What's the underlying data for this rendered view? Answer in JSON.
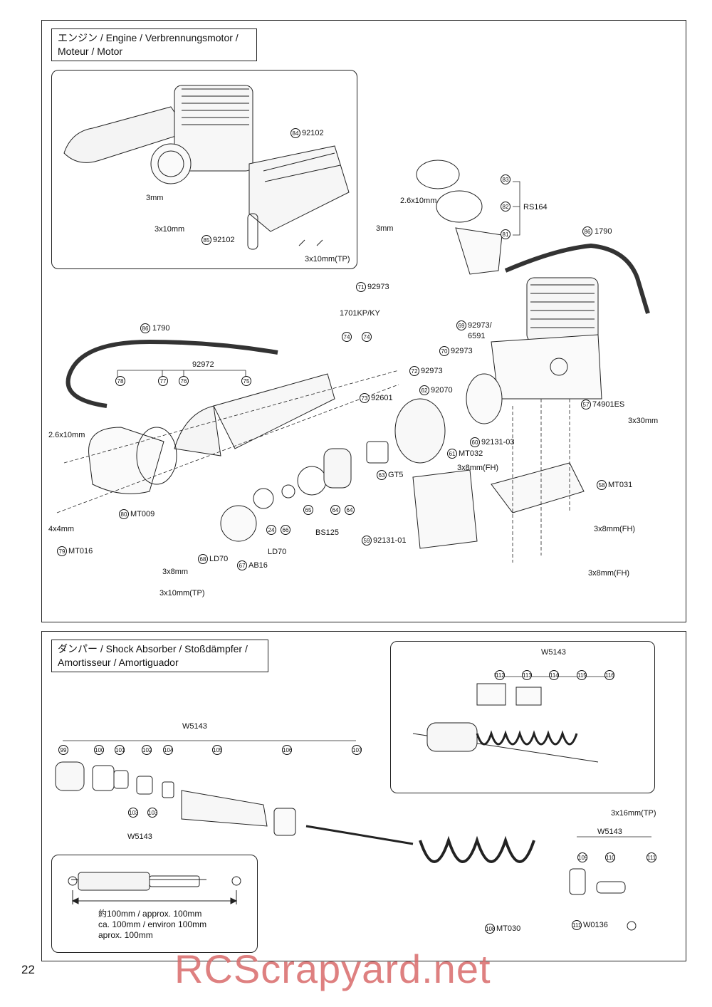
{
  "engine_section": {
    "title_line1": "エンジン /  Engine / Verbrennungsmotor /",
    "title_line2": "Moteur / Motor"
  },
  "shock_section": {
    "title_line1": "ダンパー /  Shock Absorber / Stoßdämpfer /",
    "title_line2": "Amortisseur / Amortiguador",
    "dimension_note": [
      "約100mm  / approx. 100mm",
      "ca. 100mm / environ 100mm",
      "aprox. 100mm"
    ]
  },
  "parts": [
    {
      "n": "84",
      "pn": "92102"
    },
    {
      "n": "85",
      "pn": "92102"
    },
    {
      "n": "83",
      "pn": ""
    },
    {
      "n": "82",
      "pn": ""
    },
    {
      "n": "81",
      "pn": ""
    },
    {
      "n": "86",
      "pn": "1790"
    },
    {
      "n": "86",
      "pn": "1790"
    },
    {
      "n": "71",
      "pn": "92973"
    },
    {
      "n": "69",
      "pn": "92973/"
    },
    {
      "n": "70",
      "pn": "92973"
    },
    {
      "n": "74",
      "pn": ""
    },
    {
      "n": "74",
      "pn": ""
    },
    {
      "n": "72",
      "pn": "92973"
    },
    {
      "n": "73",
      "pn": "92601"
    },
    {
      "n": "62",
      "pn": "92070"
    },
    {
      "n": "57",
      "pn": "74901ES"
    },
    {
      "n": "78",
      "pn": ""
    },
    {
      "n": "77",
      "pn": ""
    },
    {
      "n": "76",
      "pn": ""
    },
    {
      "n": "75",
      "pn": ""
    },
    {
      "n": "60",
      "pn": "92131-03"
    },
    {
      "n": "61",
      "pn": "MT032"
    },
    {
      "n": "63",
      "pn": "GT5"
    },
    {
      "n": "58",
      "pn": "MT031"
    },
    {
      "n": "80",
      "pn": "MT009"
    },
    {
      "n": "79",
      "pn": "MT016"
    },
    {
      "n": "65",
      "pn": ""
    },
    {
      "n": "64",
      "pn": ""
    },
    {
      "n": "64",
      "pn": ""
    },
    {
      "n": "24",
      "pn": ""
    },
    {
      "n": "66",
      "pn": ""
    },
    {
      "n": "68",
      "pn": "LD70"
    },
    {
      "n": "67",
      "pn": "AB16"
    },
    {
      "n": "59",
      "pn": "92131-01"
    },
    {
      "n": "112",
      "pn": ""
    },
    {
      "n": "113",
      "pn": ""
    },
    {
      "n": "114",
      "pn": ""
    },
    {
      "n": "115",
      "pn": ""
    },
    {
      "n": "116",
      "pn": ""
    },
    {
      "n": "99",
      "pn": ""
    },
    {
      "n": "100",
      "pn": ""
    },
    {
      "n": "101",
      "pn": ""
    },
    {
      "n": "102",
      "pn": ""
    },
    {
      "n": "104",
      "pn": ""
    },
    {
      "n": "105",
      "pn": ""
    },
    {
      "n": "106",
      "pn": ""
    },
    {
      "n": "107",
      "pn": ""
    },
    {
      "n": "103",
      "pn": ""
    },
    {
      "n": "103",
      "pn": ""
    },
    {
      "n": "109",
      "pn": ""
    },
    {
      "n": "110",
      "pn": ""
    },
    {
      "n": "111",
      "pn": ""
    },
    {
      "n": "108",
      "pn": "MT030"
    },
    {
      "n": "111",
      "pn": "W0136"
    }
  ],
  "labels": {
    "l_3mm_a": "3mm",
    "l_3x10_a": "3x10mm",
    "l_3x10tp_a": "3x10mm(TP)",
    "l_rs164": "RS164",
    "l_26x10_a": "2.6x10mm",
    "l_3mm_b": "3mm",
    "l_6591": "6591",
    "l_1701": "1701KP/KY",
    "l_92972": "92972",
    "l_26x10_b": "2.6x10mm",
    "l_4x4": "4x4mm",
    "l_3x30": "3x30mm",
    "l_3x8fh_a": "3x8mm(FH)",
    "l_3x8fh_b": "3x8mm(FH)",
    "l_3x8fh_c": "3x8mm(FH)",
    "l_bs125": "BS125",
    "l_ld70": "LD70",
    "l_3x8": "3x8mm",
    "l_3x10tp_b": "3x10mm(TP)",
    "l_w5143_a": "W5143",
    "l_w5143_b": "W5143",
    "l_w5143_c": "W5143",
    "l_w5143_d": "W5143",
    "l_3x16tp": "3x16mm(TP)"
  },
  "page_number": "22",
  "watermark": "RCScrapyard.net"
}
